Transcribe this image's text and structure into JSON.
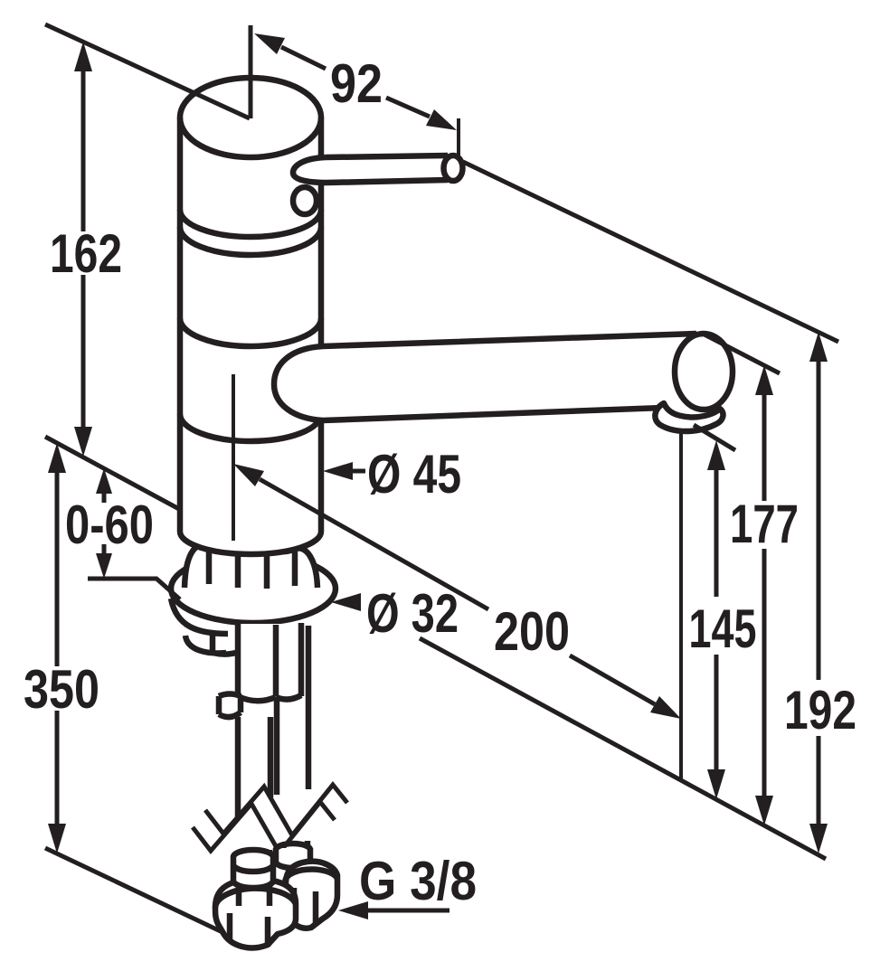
{
  "drawing": {
    "background_color": "#ffffff",
    "line_color": "#231f20",
    "labels": {
      "handle_projection": "92",
      "body_height": "162",
      "body_diameter": "Ø 45",
      "countertop_thickness_range": "0-60",
      "mounting_hole_diameter": "Ø 32",
      "spout_projection": "200",
      "spout_top_height": "177",
      "outlet_height": "145",
      "overall_height": "192",
      "supply_hose_length": "350",
      "supply_connection_thread": "G 3/8"
    }
  }
}
